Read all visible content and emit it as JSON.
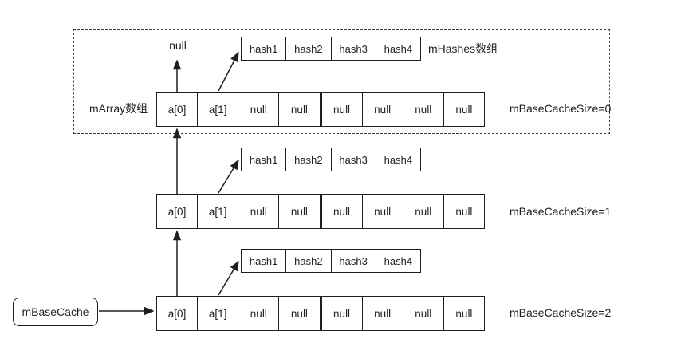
{
  "labels": {
    "null_target": "null",
    "marray": "mArray数组",
    "mhashes": "mHashes数组",
    "mbasecache": "mBaseCache"
  },
  "colors": {
    "line": "#1f1f1f",
    "background": "#ffffff"
  },
  "rows": [
    {
      "size_label": "mBaseCacheSize=0",
      "hash_cells": [
        "hash1",
        "hash2",
        "hash3",
        "hash4"
      ],
      "cells": [
        "a[0]",
        "a[1]",
        "null",
        "null",
        "null",
        "null",
        "null",
        "null"
      ]
    },
    {
      "size_label": "mBaseCacheSize=1",
      "hash_cells": [
        "hash1",
        "hash2",
        "hash3",
        "hash4"
      ],
      "cells": [
        "a[0]",
        "a[1]",
        "null",
        "null",
        "null",
        "null",
        "null",
        "null"
      ]
    },
    {
      "size_label": "mBaseCacheSize=2",
      "hash_cells": [
        "hash1",
        "hash2",
        "hash3",
        "hash4"
      ],
      "cells": [
        "a[0]",
        "a[1]",
        "null",
        "null",
        "null",
        "null",
        "null",
        "null"
      ]
    }
  ]
}
